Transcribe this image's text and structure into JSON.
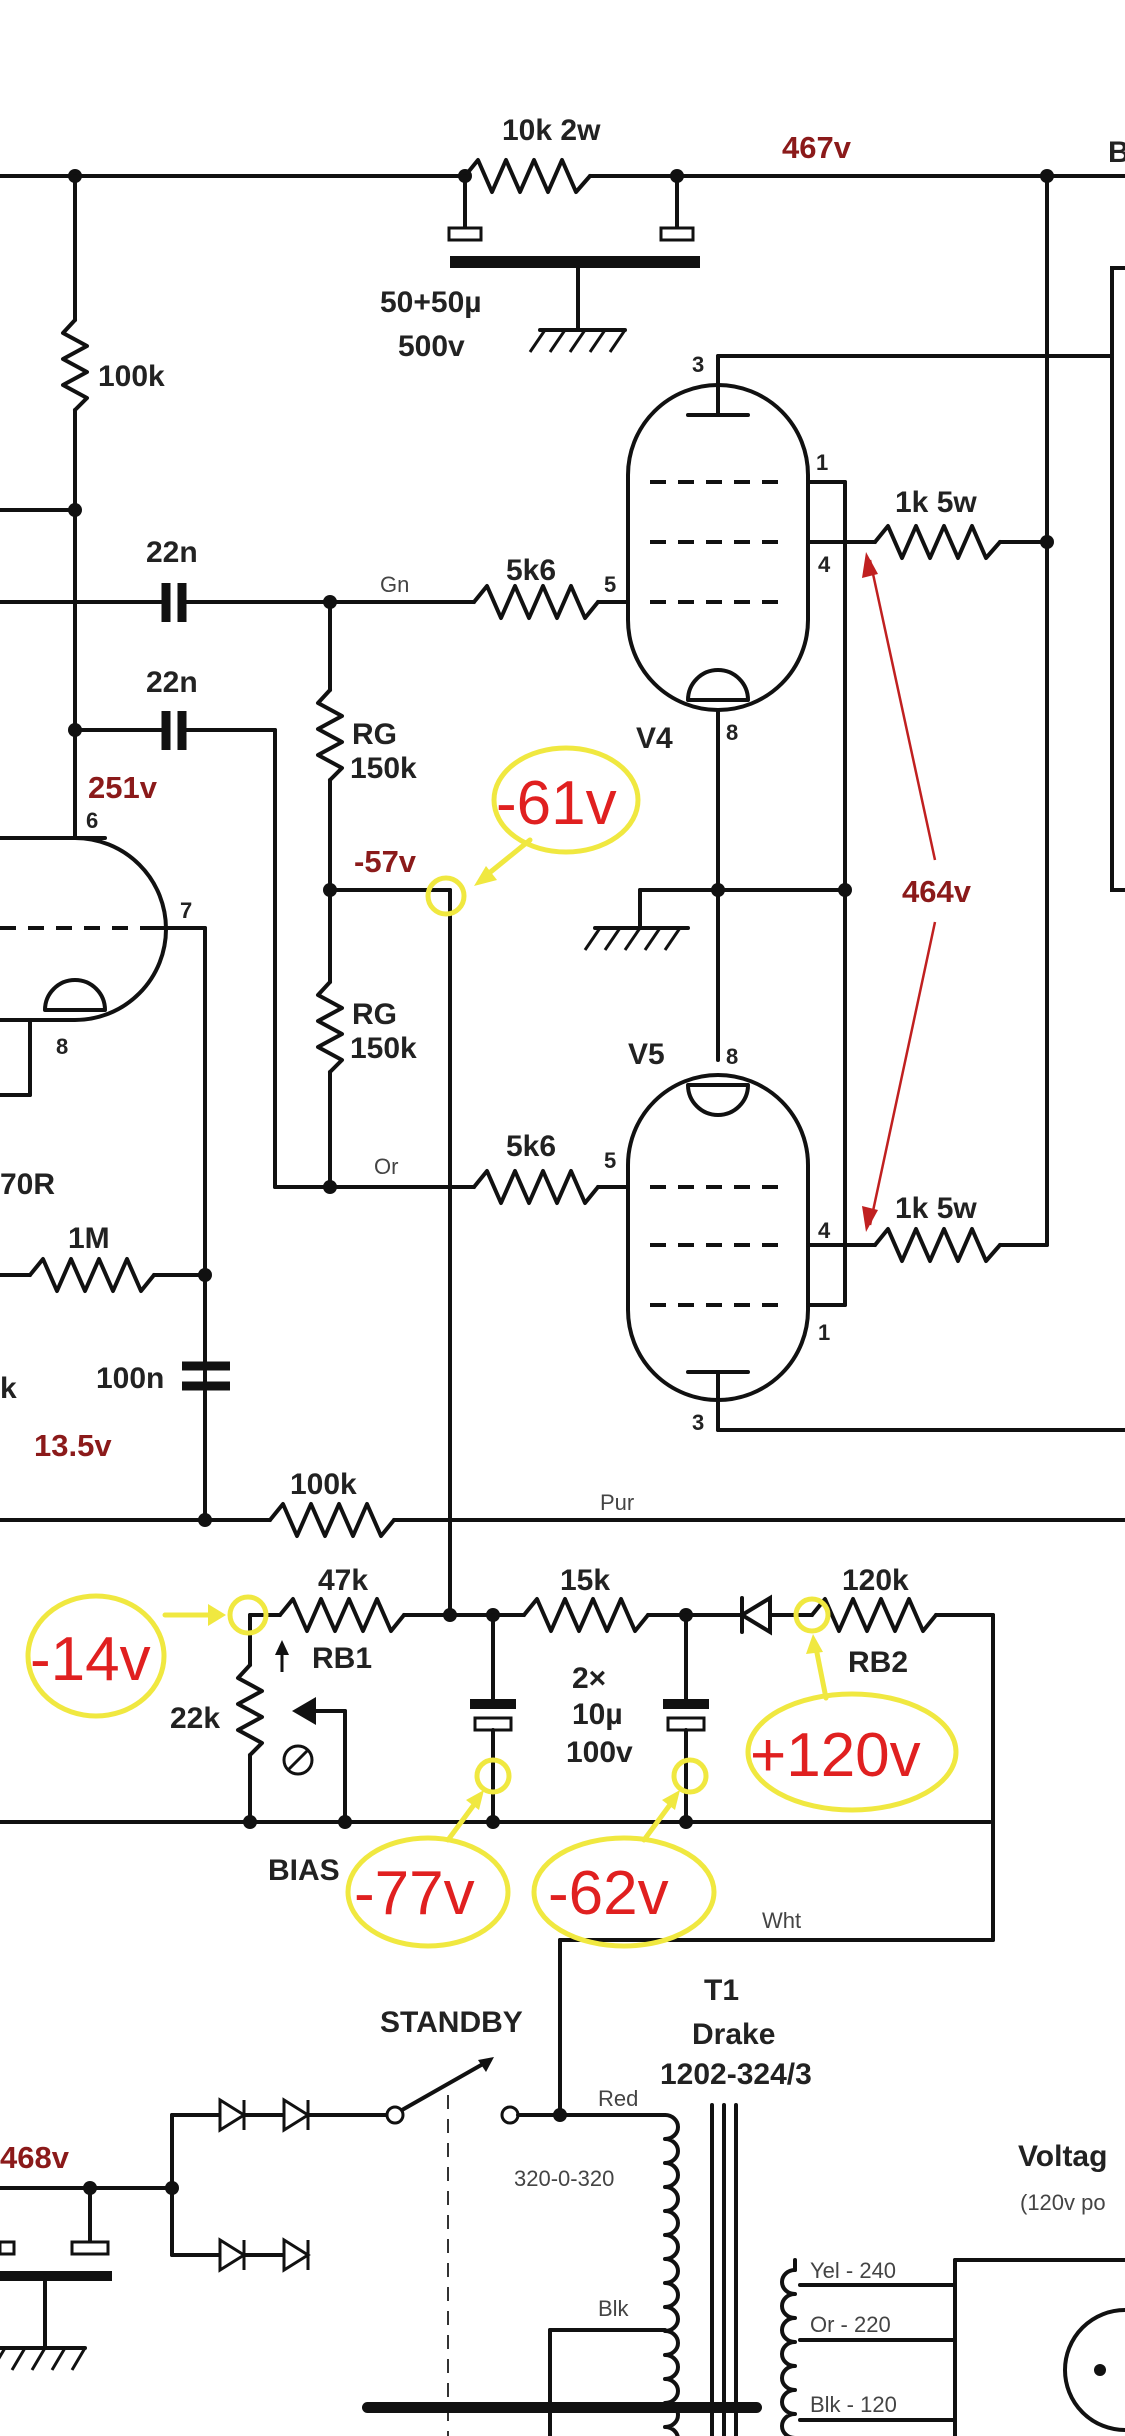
{
  "labels": {
    "r_10k2w": "10k 2w",
    "v467": "467v",
    "edge_b": "B",
    "cap_5050": "50+50µ",
    "cap_500v": "500v",
    "r_100k_top": "100k",
    "c_22n_a": "22n",
    "c_22n_b": "22n",
    "gn": "Gn",
    "r_5k6_a": "5k6",
    "pin5_a": "5",
    "pin3_v4": "3",
    "pin1_v4": "1",
    "pin4_v4": "4",
    "pin8_v4": "8",
    "r_1k5w_a": "1k 5w",
    "rg_a": "RG",
    "rg_a_val": "150k",
    "v251": "251v",
    "pin6": "6",
    "pin7": "7",
    "v_neg57": "-57v",
    "v4_name": "V4",
    "v464": "464v",
    "rg_b": "RG",
    "rg_b_val": "150k",
    "pin8_left": "8",
    "v5_name": "V5",
    "pin8_v5": "8",
    "r_70r": "70R",
    "or_top": "Or",
    "r_5k6_b": "5k6",
    "pin5_b": "5",
    "pin4_v5": "4",
    "r_1k5w_b": "1k 5w",
    "r_1m": "1M",
    "pin1_v5": "1",
    "k_edge": "k",
    "c_100n": "100n",
    "v13_5": "13.5v",
    "pin3_v5": "3",
    "r_100k_mid": "100k",
    "pur": "Pur",
    "r_47k": "47k",
    "r_15k": "15k",
    "r_120k": "120k",
    "rb1": "RB1",
    "rb2": "RB2",
    "r_22k": "22k",
    "c_2x": "2×",
    "c_10u": "10µ",
    "c_100v": "100v",
    "bias": "BIAS",
    "wht": "Wht",
    "t1": "T1",
    "drake": "Drake",
    "drake_pn": "1202-324/3",
    "standby": "STANDBY",
    "red": "Red",
    "v468": "468v",
    "tap_320": "320-0-320",
    "blk": "Blk",
    "yel240": "Yel - 240",
    "or220": "Or - 220",
    "blk120": "Blk - 120",
    "voltag": "Voltag",
    "v120po": "(120v po"
  },
  "annotations": {
    "neg61": "-61v",
    "neg14": "-14v",
    "pos120": "+120v",
    "neg77": "-77v",
    "neg62": "-62v"
  },
  "colors": {
    "annotation_text": "#e02020",
    "annotation_ring": "#f0e840",
    "voltage_label": "#8b1a1a"
  }
}
